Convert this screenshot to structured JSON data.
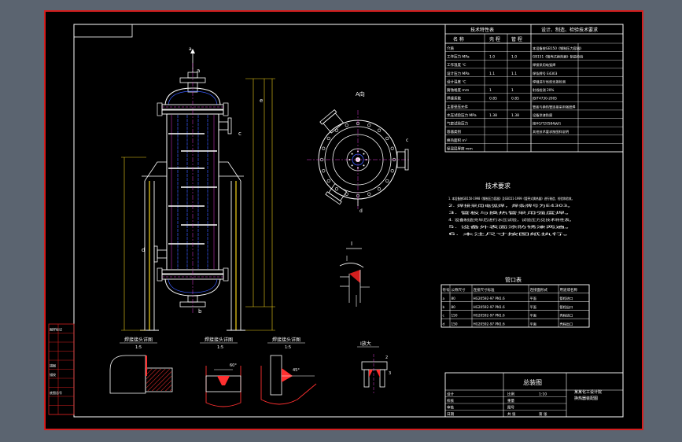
{
  "colors": {
    "viewport_bg": "#5b6470",
    "sheet_bg": "#000000",
    "frame_red": "#d41e1e",
    "line_white": "#ffffff",
    "line_blue": "#3a5cff",
    "line_cyan": "#19d3d3",
    "line_yellow": "#f2d21b",
    "line_green": "#2fd12f",
    "line_magenta": "#e23ad8",
    "hatch_red": "#ff3030"
  },
  "view_labels": {
    "top_arrow": "a",
    "a_label": "a",
    "b_label": "b",
    "c_label": "c",
    "d_label": "d",
    "e_label": "e",
    "plan_title": "A向",
    "section_i": "I"
  },
  "tech_table": {
    "title_left": "技术特性表",
    "title_right": "设计、制造、检验技术要求",
    "headers": [
      "名 称",
      "壳 程",
      "管 程"
    ],
    "rows": [
      [
        "介质",
        "",
        ""
      ],
      [
        "工作压力 MPa",
        "1.0",
        "1.0"
      ],
      [
        "工作温度 ℃",
        "",
        ""
      ],
      [
        "设计压力 MPa",
        "1.1",
        "1.1"
      ],
      [
        "设计温度 ℃",
        "",
        ""
      ],
      [
        "腐蚀裕度 mm",
        "1",
        "1"
      ],
      [
        "焊缝系数",
        "0.85",
        "0.85"
      ],
      [
        "主要受压元件",
        "",
        ""
      ],
      [
        "水压试验压力 MPa",
        "1.38",
        "1.38"
      ],
      [
        "气密试验压力",
        "",
        ""
      ],
      [
        "容器类别",
        "",
        ""
      ],
      [
        "换热面积 m²",
        "",
        ""
      ],
      [
        "保温层厚度 mm",
        "",
        ""
      ]
    ],
    "requirements": [
      "本设备按GB150《钢制压力容器》",
      "GB151《管壳式换热器》制造检验",
      "焊接采用电弧焊",
      "焊条牌号 E4303",
      "焊缝进行局部无损检测",
      "射线检测 20%",
      "JB/T4730-2005",
      "管板与换热管连接采用强度焊",
      "设备涂漆防腐",
      "按HG/T20584执行",
      "其他技术要求按图样说明"
    ]
  },
  "notes": {
    "title": "技术要求",
    "lines": [
      "1. 本设备按GB150-1998《钢制压力容器》及GB151-1999《管壳式换热器》进行制造、检验和验收。",
      "2. 焊接采用电弧焊，焊条牌号为E4303。",
      "3. 管板与换热管采用强度焊。",
      "4. 设备制造完毕后进行水压试验，试验压力见技术特性表。",
      "5. 设备外表面涂防锈漆两遍。",
      "6. 未注尺寸按图纸执行。"
    ]
  },
  "nozzle_table": {
    "title": "管口表",
    "headers": [
      "符号",
      "公称尺寸",
      "连接尺寸标准",
      "连接面形式",
      "用途或名称"
    ],
    "rows": [
      [
        "a",
        "80",
        "HG20592-97 PN1.6",
        "平面",
        "管程进口"
      ],
      [
        "b",
        "80",
        "HG20592-97 PN1.6",
        "平面",
        "管程出口"
      ],
      [
        "c",
        "150",
        "HG20592-97 PN1.6",
        "平面",
        "壳程进口"
      ],
      [
        "d",
        "150",
        "HG20592-97 PN1.6",
        "平面",
        "壳程出口"
      ]
    ]
  },
  "detail_labels": {
    "detail1": "焊接接头详图",
    "detail2": "焊接接头详图",
    "detail3": "焊接接头详图",
    "detail4": "I放大",
    "detail1_sub": "1:5",
    "detail2_sub": "1:5",
    "detail3_sub": "1:5",
    "weld_mark_1": "60°",
    "weld_mark_2": "45°",
    "dim_1": "2",
    "dim_2": "3"
  },
  "title_block": {
    "drawing_title": "总装图",
    "company": "某某化工设计院",
    "drawing_no": "换热器装配图",
    "rows": [
      [
        "设计",
        "",
        "比例",
        "1:10"
      ],
      [
        "校核",
        "",
        "重量",
        ""
      ],
      [
        "审核",
        "",
        "图号",
        ""
      ],
      [
        "日期",
        "",
        "共 张",
        "第 张"
      ]
    ]
  },
  "left_strip": {
    "items": [
      "图样标记",
      "",
      "",
      "",
      "描图",
      "描校",
      "",
      "底图总号",
      "",
      ""
    ]
  }
}
